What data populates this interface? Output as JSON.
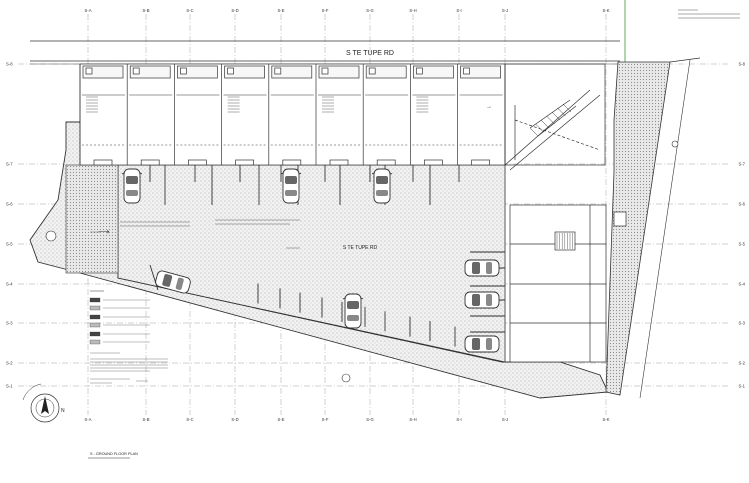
{
  "grid": {
    "top_labels": [
      "S-A",
      "S-B",
      "S-C",
      "S-D",
      "S-E",
      "S-F",
      "S-G",
      "S-H",
      "S-I",
      "S-J",
      "S-K"
    ],
    "bottom_labels": [
      "S-A",
      "S-B",
      "S-C",
      "S-D",
      "S-E",
      "S-F",
      "S-G",
      "S-H",
      "S-I",
      "S-J",
      "S-K"
    ],
    "left_labels": [
      "S-8",
      "S-7",
      "S-6",
      "S-5",
      "S-4",
      "S-3",
      "S-2",
      "S-1"
    ],
    "right_labels": [
      "S-8",
      "S-7",
      "S-6",
      "S-5",
      "S-4",
      "S-3",
      "S-2",
      "S-1"
    ]
  },
  "road_top": "S TE TUPE RD",
  "road_center": "S TE TUPE RD",
  "north_label": "N",
  "title_block": "S - GROUND FLOOR PLAN",
  "colors": {
    "line": "#333333",
    "hatch": "#d9d9d9",
    "accent_green": "#3a9a3a"
  }
}
